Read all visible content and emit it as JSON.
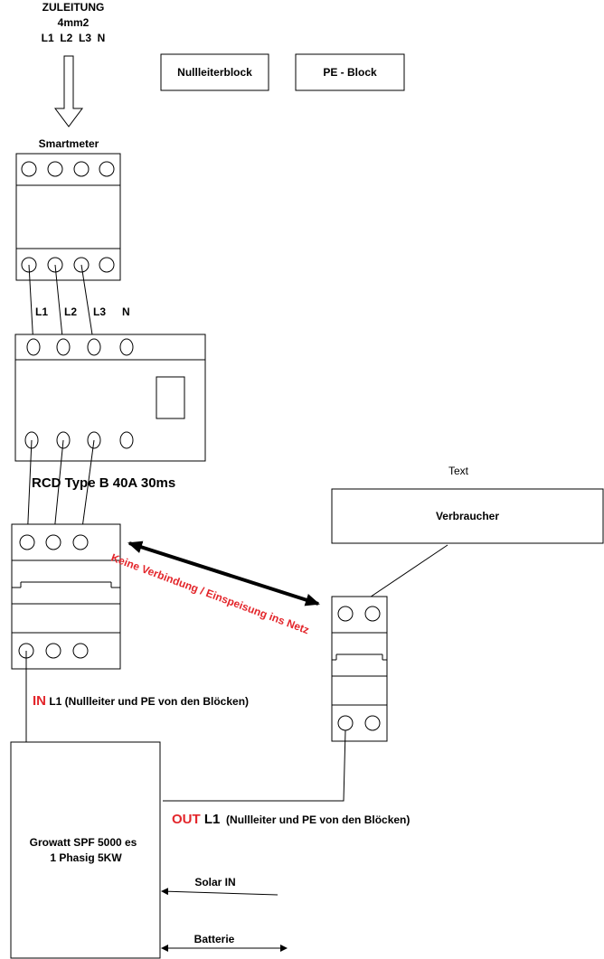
{
  "supply": {
    "title": "ZULEITUNG",
    "cross_section": "4mm2",
    "phases": "L1  L2  L3  N"
  },
  "neutral_block": "Nullleiterblock",
  "pe_block": "PE - Block",
  "smartmeter": {
    "title": "Smartmeter"
  },
  "phase_labels": {
    "l1": "L1",
    "l2": "L2",
    "l3": "L3",
    "n": "N"
  },
  "rcd": {
    "title": "RCD Type B 40A 30ms"
  },
  "text_label": "Text",
  "consumer": "Verbraucher",
  "no_connection": "Keine Verbindung / Einspeisung ins Netz",
  "inverter_in": {
    "tag": "IN",
    "rest": " L1 (Nullleiter und PE von den Blöcken)"
  },
  "inverter_out": {
    "tag": "OUT",
    "l1": " L1",
    "rest": "  (Nullleiter und PE von den Blöcken)"
  },
  "inverter": {
    "line1": "Growatt SPF 5000 es",
    "line2": "1 Phasig 5KW"
  },
  "solar_in": "Solar IN",
  "battery": "Batterie"
}
